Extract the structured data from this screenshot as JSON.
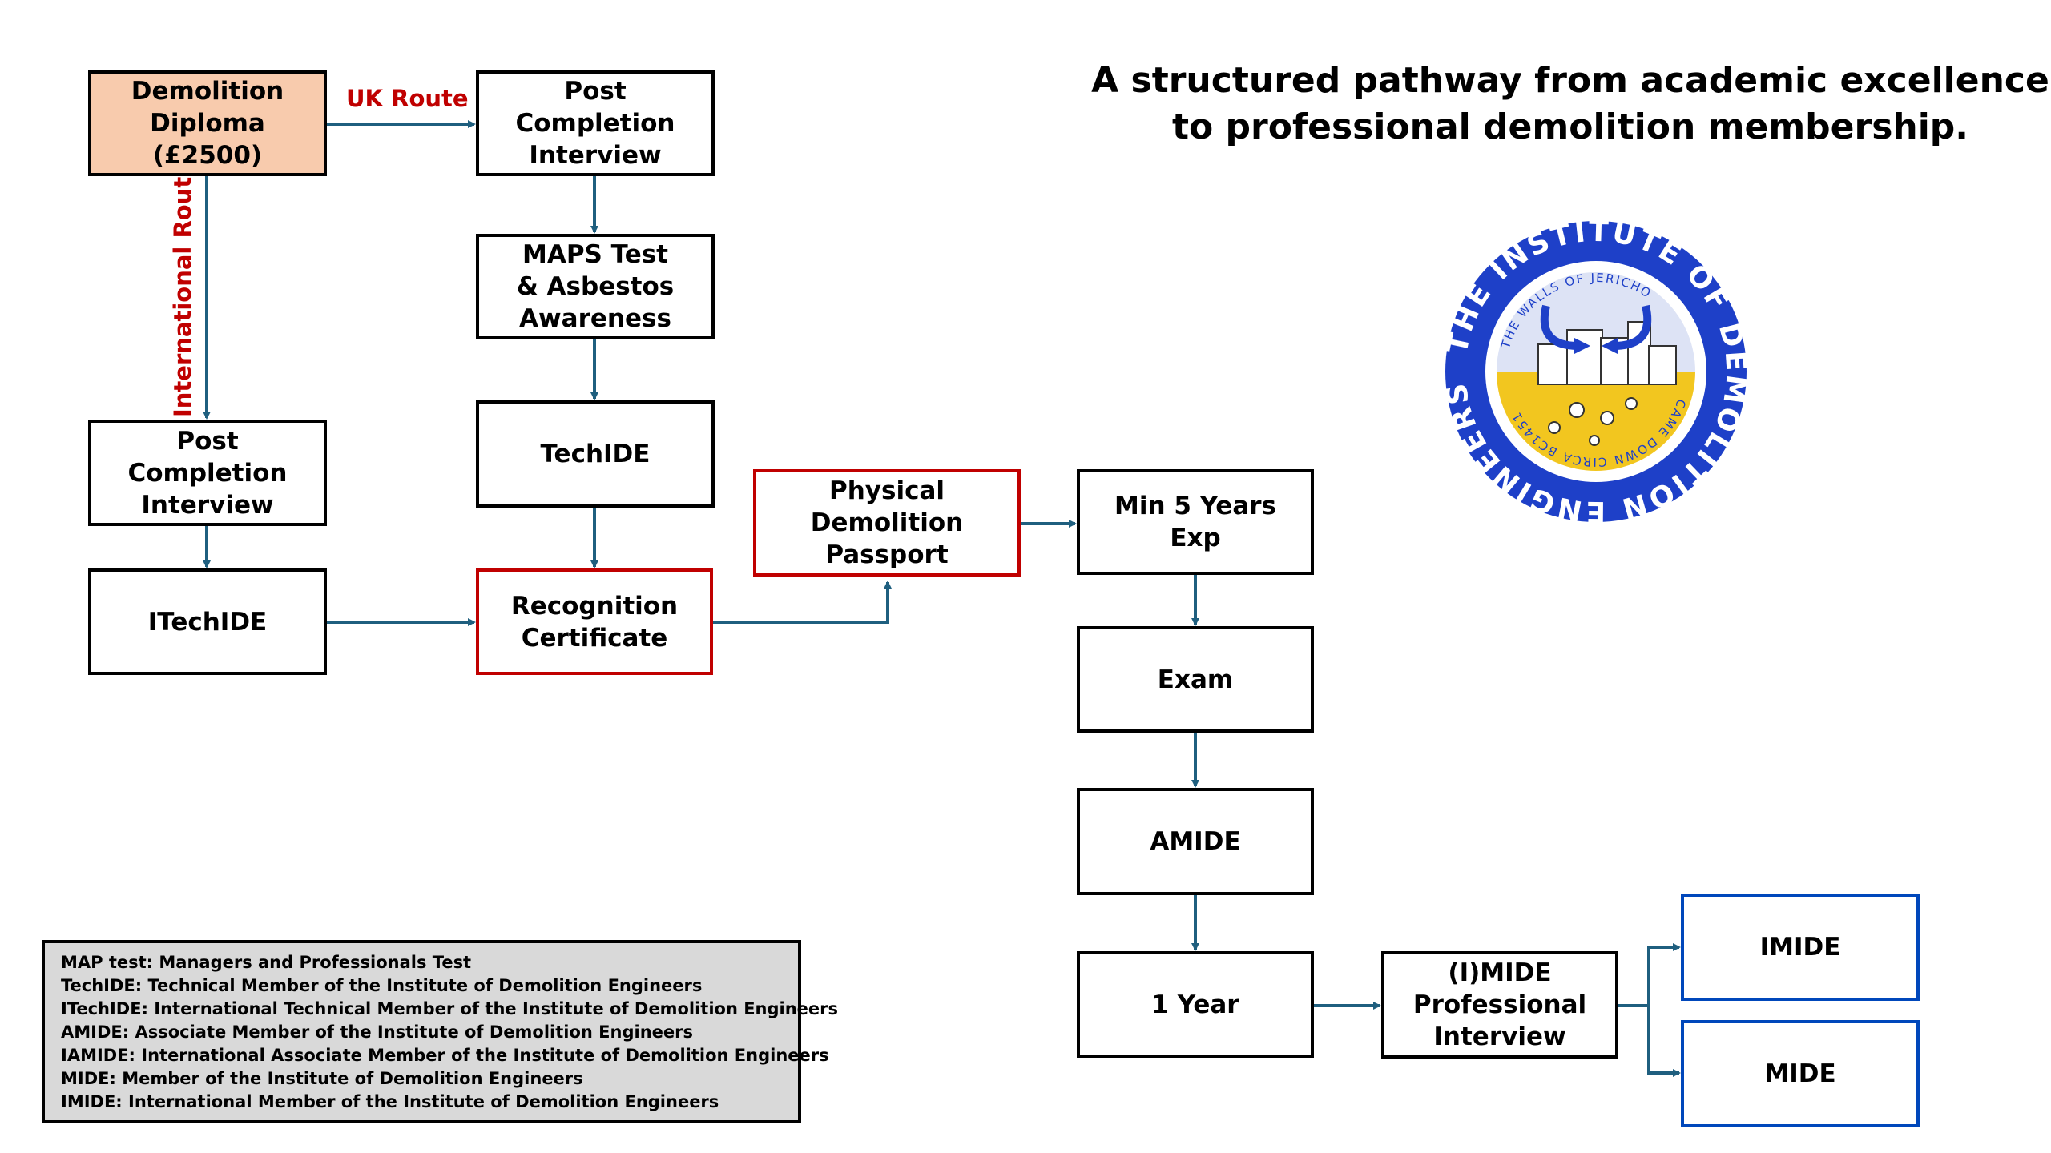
{
  "title": "A structured pathway from academic excellence to professional demolition membership.",
  "route_labels": {
    "uk": "UK Route",
    "international": "International Route"
  },
  "boxes": {
    "diploma": "Demolition\nDiploma\n(£2500)",
    "pci_uk": "Post Completion\nInterview",
    "maps": "MAPS Test\n& Asbestos\nAwareness",
    "techide": "TechIDE",
    "pci_intl": "Post Completion\nInterview",
    "itechide": "ITechIDE",
    "recognition": "Recognition\nCertificate",
    "passport": "Physical Demolition\nPassport",
    "experience": "Min 5 Years Exp",
    "exam": "Exam",
    "amide": "AMIDE",
    "one_year": "1 Year",
    "imide_interview": "(I)MIDE\nProfessional\nInterview",
    "imide": "IMIDE",
    "mide": "MIDE"
  },
  "legend": [
    "MAP test: Managers and Professionals Test",
    "TechIDE: Technical Member of the Institute of Demolition Engineers",
    "ITechIDE: International Technical Member of the Institute of Demolition Engineers",
    "AMIDE: Associate Member of the Institute of Demolition Engineers",
    "IAMIDE: International Associate Member of the Institute of Demolition Engineers",
    "MIDE: Member of the Institute of Demolition Engineers",
    "IMIDE: International Member of the Institute of Demolition Engineers"
  ],
  "logo": {
    "outer_text": "THE INSTITUTE OF DEMOLITION ENGINEERS",
    "inner_top": "THE WALLS OF JERICHO",
    "inner_bottom": "CAME DOWN CIRCA BC1451"
  },
  "colors": {
    "connector": "#1F5F7F",
    "start_fill": "#F8CBAD",
    "highlight_red": "#C00000",
    "highlight_blue": "#0047BB",
    "legend_fill": "#D9D9D9",
    "logo_blue": "#1E40C8",
    "logo_yellow": "#F2C61F"
  }
}
